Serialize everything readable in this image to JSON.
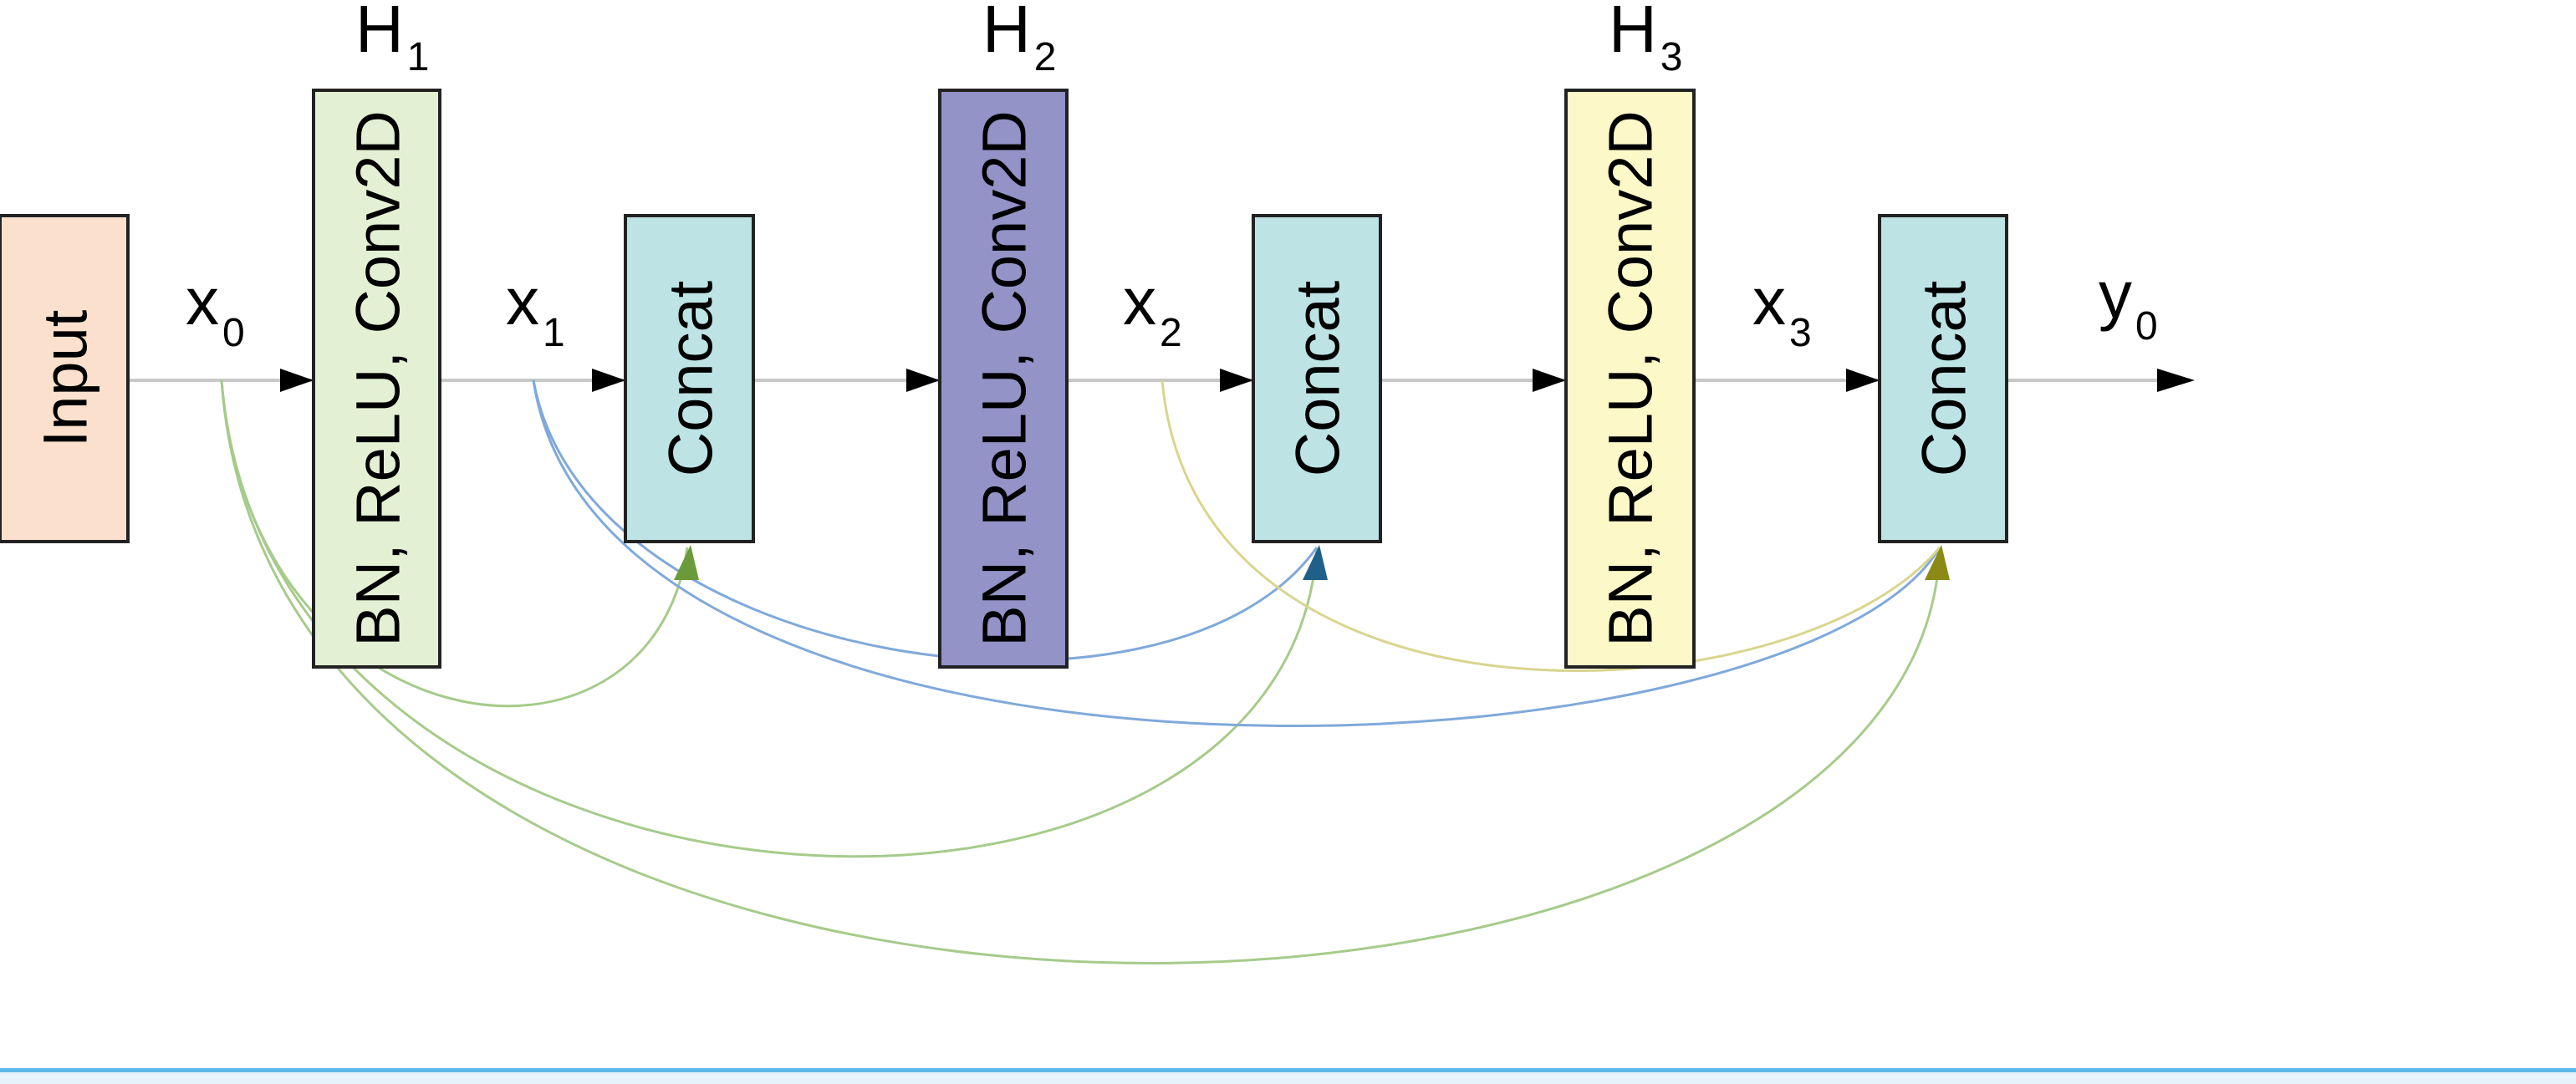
{
  "colors": {
    "input": "#fbe1cd",
    "h1": "#e3f0d3",
    "h2": "#9393c8",
    "h3": "#fdf8c8",
    "concat": "#bde3e5",
    "skip_x0": "#a6cb8b",
    "skip_x1": "#7fa9da",
    "skip_x2": "#d9d58f",
    "main_line": "#c8c8c8",
    "border": "#222222",
    "arrowhead_green": "#6a9a3a",
    "arrowhead_blue": "#1f5f8a",
    "arrowhead_olive": "#8a8a14"
  },
  "nodes": {
    "input": "Input",
    "h1": "BN, ReLU, Conv2D",
    "h2": "BN, ReLU, Conv2D",
    "h3": "BN, ReLU, Conv2D",
    "concat1": "Concat",
    "concat2": "Concat",
    "concat3": "Concat"
  },
  "layer_labels": {
    "h1": {
      "main": "H",
      "sub": "1"
    },
    "h2": {
      "main": "H",
      "sub": "2"
    },
    "h3": {
      "main": "H",
      "sub": "3"
    }
  },
  "edge_labels": {
    "x0": {
      "main": "x",
      "sub": "0"
    },
    "x1": {
      "main": "x",
      "sub": "1"
    },
    "x2": {
      "main": "x",
      "sub": "2"
    },
    "x3": {
      "main": "x",
      "sub": "3"
    },
    "y0": {
      "main": "y",
      "sub": "0"
    }
  }
}
